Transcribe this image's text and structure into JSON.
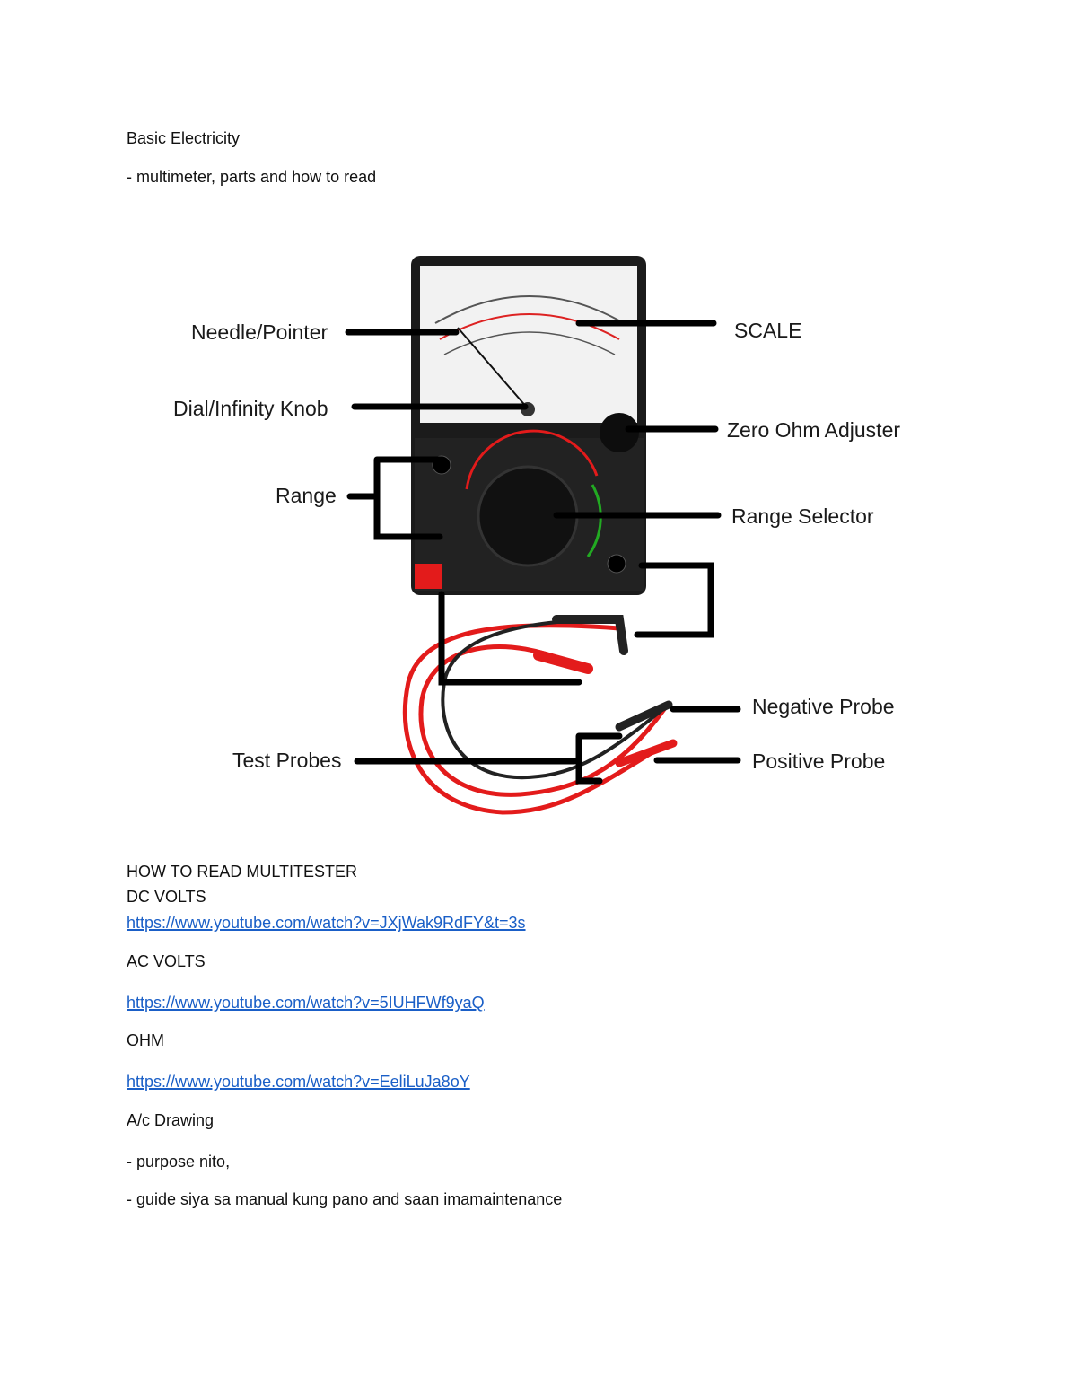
{
  "title": "Basic Electricity",
  "subtitle": "- multimeter, parts and how to read",
  "figure": {
    "labels": {
      "needle": "Needle/Pointer",
      "scale": "SCALE",
      "dial": "Dial/Infinity Knob",
      "zero_ohm": "Zero Ohm Adjuster",
      "range": "Range",
      "range_selector": "Range Selector",
      "negative_probe": "Negative Probe",
      "positive_probe": "Positive Probe",
      "test_probes": "Test Probes"
    }
  },
  "section_heading": "HOW TO READ MULTITESTER",
  "dc_volts": {
    "label": "DC VOLTS",
    "link": "https://www.youtube.com/watch?v=JXjWak9RdFY&t=3s"
  },
  "ac_volts": {
    "label": "AC VOLTS",
    "link": "https://www.youtube.com/watch?v=5IUHFWf9yaQ"
  },
  "ohm": {
    "label": "OHM",
    "link": "https://www.youtube.com/watch?v=EeliLuJa8oY"
  },
  "ac_drawing": "A/c Drawing",
  "notes": [
    "- purpose nito,",
    "- guide siya sa manual kung pano and saan imamaintenance"
  ],
  "colors": {
    "link": "#1a5fc7",
    "probe_red": "#e31b1b",
    "body": "#1b1b1b"
  }
}
